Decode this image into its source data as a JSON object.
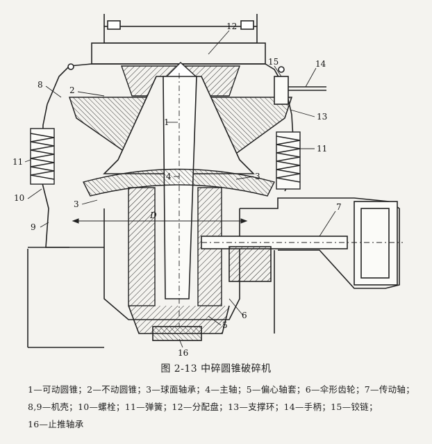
{
  "figure": {
    "caption": "图 2-13   中碎圆锥破碎机",
    "callouts": [
      "1",
      "2",
      "3",
      "3",
      "4",
      "5",
      "6",
      "7",
      "8",
      "9",
      "10",
      "11",
      "11",
      "12",
      "13",
      "14",
      "15",
      "16"
    ],
    "dimension_label": "D",
    "legend": [
      "1—可动圆锥；",
      "2—不动圆锥；",
      "3—球面轴承；",
      "4—主轴；",
      "5—偏心轴套；",
      "6—伞形齿轮；",
      "7—传动轴；",
      "8,9—机壳；",
      "10—螺栓；",
      "11—弹簧；",
      "12—分配盘；",
      "13—支撑环；",
      "14—手柄；",
      "15—铰链；",
      "16—止推轴承"
    ]
  }
}
